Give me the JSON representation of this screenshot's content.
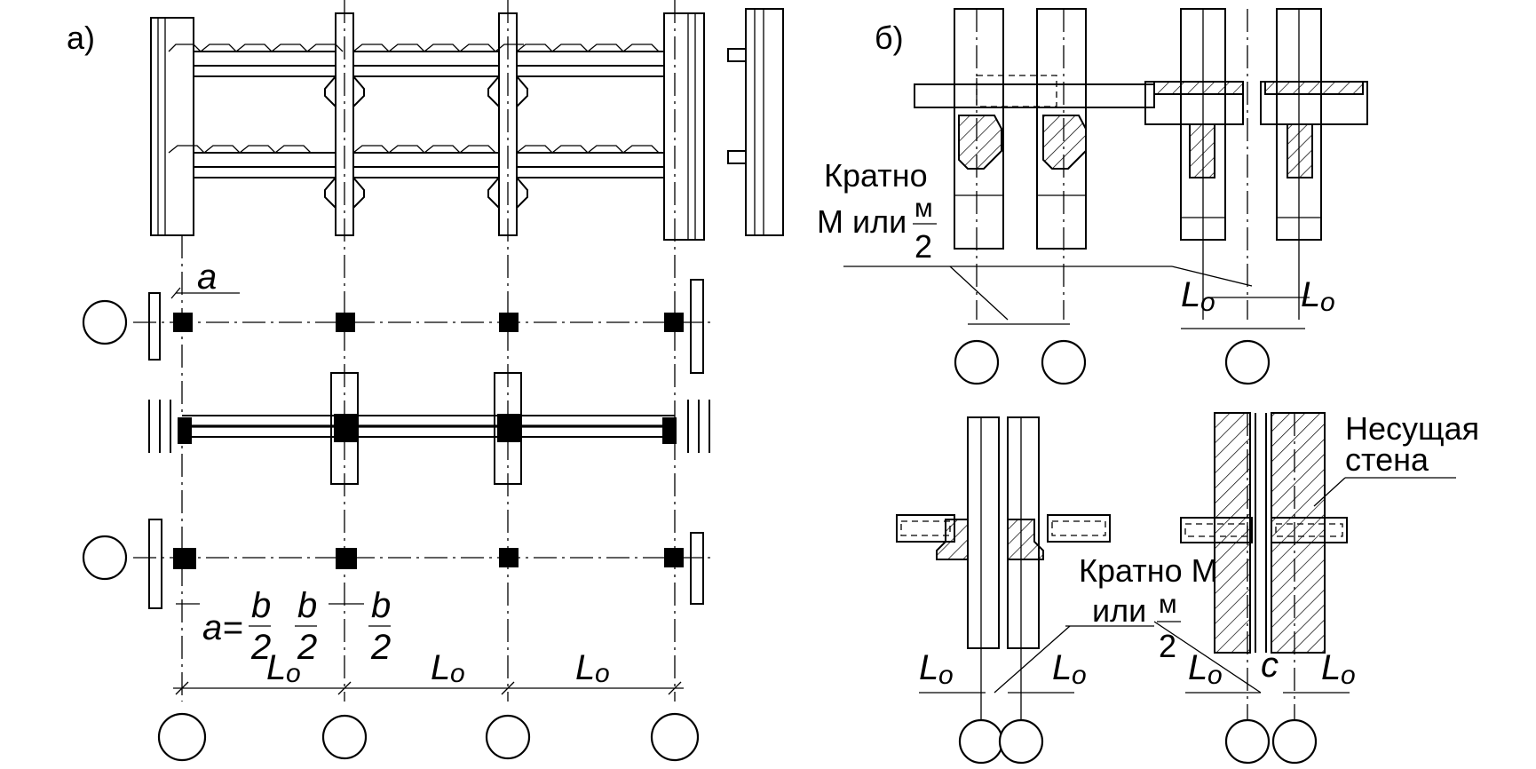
{
  "panel_a": {
    "label": "а)",
    "dim_a": "a",
    "formula_lhs": "a=",
    "frac_b": "b",
    "frac_2": "2",
    "span_lo": "L",
    "span_sub": "o"
  },
  "panel_b": {
    "label": "б)",
    "kratno": "Кратно",
    "m_ili": "М или",
    "frac_m": "м",
    "frac_2": "2",
    "kratno_m": "Кратно М",
    "ili": "или",
    "nesushchaya": "Несущая",
    "stena": "стена",
    "c_label": "c",
    "span_lo": "L",
    "span_sub": "o"
  }
}
